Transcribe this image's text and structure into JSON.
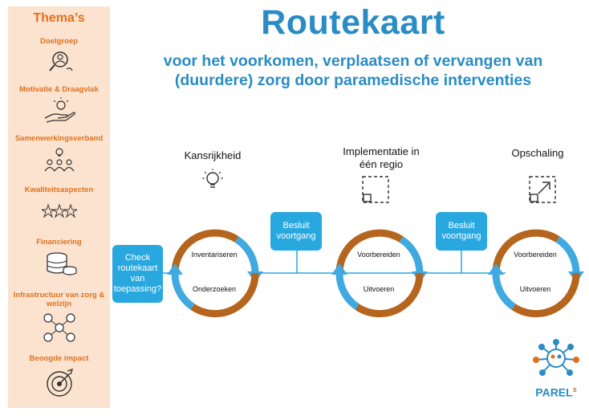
{
  "sidebar": {
    "title": "Thema’s",
    "themes": [
      {
        "label": "Doelgroep",
        "icon": "magnifier-person-icon"
      },
      {
        "label": "Motivatie & Draagvlak",
        "icon": "hand-bulb-icon"
      },
      {
        "label": "Samenwerkingsverband",
        "icon": "team-bulb-icon"
      },
      {
        "label": "Kwaliteitsaspecten",
        "icon": "three-stars-icon"
      },
      {
        "label": "Financiering",
        "icon": "coins-stack-icon"
      },
      {
        "label": "Infrastructuur van zorg & welzijn",
        "icon": "network-people-icon"
      },
      {
        "label": "Beoogde impact",
        "icon": "target-icon"
      }
    ]
  },
  "header": {
    "title": "Routekaart",
    "subtitle_line1": "voor het voorkomen, verplaatsen of vervangen van",
    "subtitle_line2": "(duurdere) zorg door paramedische interventies"
  },
  "phases": [
    {
      "label": "Kansrijkheid",
      "icon": "lightbulb-icon"
    },
    {
      "label_line1": "Implementatie in",
      "label_line2": "één regio",
      "icon": "small-square-in-dashed-square-icon"
    },
    {
      "label": "Opschaling",
      "icon": "expand-arrow-square-icon"
    }
  ],
  "check_box": {
    "line1": "Check",
    "line2": "routekaart",
    "line3": "van",
    "line4": "toepassing?"
  },
  "decisions": [
    {
      "line1": "Besluit",
      "line2": "voortgang"
    },
    {
      "line1": "Besluit",
      "line2": "voortgang"
    }
  ],
  "cycles": [
    {
      "top": "Inventariseren",
      "bottom": "Onderzoeken"
    },
    {
      "top": "Voorbereiden",
      "bottom": "Uitvoeren"
    },
    {
      "top": "Voorbereiden",
      "bottom": "Uitvoeren"
    }
  ],
  "logo": {
    "text": "PAREL",
    "suffix": "s"
  },
  "colors": {
    "accent_blue": "#29a8e0",
    "title_blue": "#2a8cc4",
    "accent_orange": "#e0701c",
    "cycle_brown": "#b5651d",
    "sidebar_bg": "#fbe3cf"
  }
}
